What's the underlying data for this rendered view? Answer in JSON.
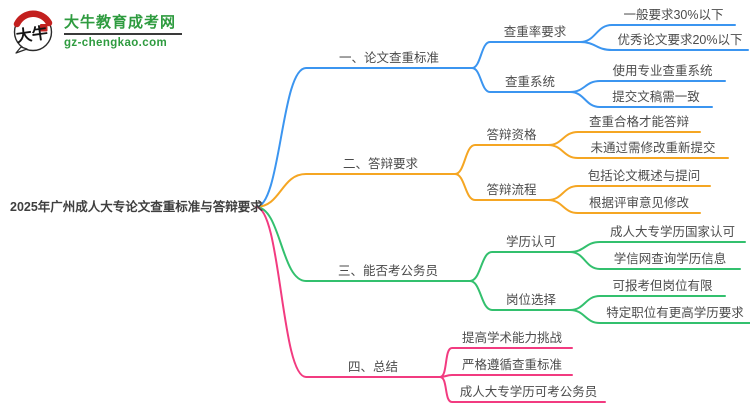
{
  "site": {
    "icon_text": "大牛",
    "name": "大牛教育成考网",
    "domain": "gz-chengkao.com",
    "brand_green": "#2E9B3F",
    "brand_red": "#C3201F"
  },
  "root": {
    "label": "2025年广州成人大专论文查重标准与答辩要求"
  },
  "branches": [
    {
      "label": "一、论文查重标准",
      "color": "#3B95F0",
      "children": [
        {
          "label": "查重率要求",
          "children": [
            {
              "label": "一般要求30%以下"
            },
            {
              "label": "优秀论文要求20%以下"
            }
          ]
        },
        {
          "label": "查重系统",
          "children": [
            {
              "label": "使用专业查重系统"
            },
            {
              "label": "提交文稿需一致"
            }
          ]
        }
      ]
    },
    {
      "label": "二、答辩要求",
      "color": "#F5A623",
      "children": [
        {
          "label": "答辩资格",
          "children": [
            {
              "label": "查重合格才能答辩"
            },
            {
              "label": "未通过需修改重新提交"
            }
          ]
        },
        {
          "label": "答辩流程",
          "children": [
            {
              "label": "包括论文概述与提问"
            },
            {
              "label": "根据评审意见修改"
            }
          ]
        }
      ]
    },
    {
      "label": "三、能否考公务员",
      "color": "#33C06E",
      "children": [
        {
          "label": "学历认可",
          "children": [
            {
              "label": "成人大专学历国家认可"
            },
            {
              "label": "学信网查询学历信息"
            }
          ]
        },
        {
          "label": "岗位选择",
          "children": [
            {
              "label": "可报考但岗位有限"
            },
            {
              "label": "特定职位有更高学历要求"
            }
          ]
        }
      ]
    },
    {
      "label": "四、总结",
      "color": "#F23B80",
      "children": [
        {
          "label": "提高学术能力挑战"
        },
        {
          "label": "严格遵循查重标准"
        },
        {
          "label": "成人大专学历可考公务员"
        }
      ]
    }
  ]
}
